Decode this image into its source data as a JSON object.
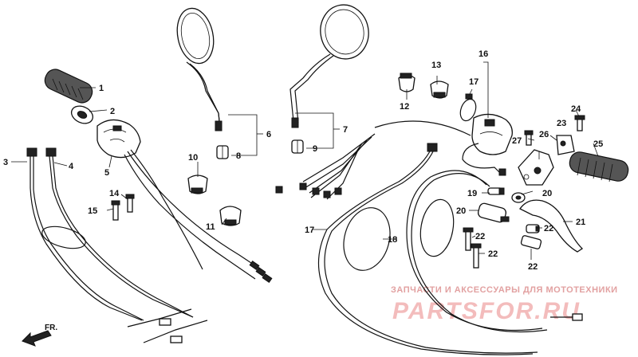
{
  "callouts": [
    "1",
    "2",
    "3",
    "4",
    "5",
    "6",
    "7",
    "8",
    "9",
    "10",
    "11",
    "12",
    "13",
    "14",
    "15",
    "16",
    "17",
    "17",
    "18",
    "19",
    "20",
    "20",
    "21",
    "22",
    "22",
    "22",
    "22",
    "23",
    "24",
    "25",
    "26",
    "27"
  ],
  "front_arrow_label": "FR.",
  "watermark": {
    "tagline": "ЗАПЧАСТИ И АКСЕССУАРЫ ДЛЯ МОТОТЕХНИКИ",
    "brand": "PARTSFOR.RU"
  },
  "colors": {
    "ink": "#111111",
    "watermark": "#f3bcbc",
    "watermark_tag": "#e2a1a1"
  }
}
